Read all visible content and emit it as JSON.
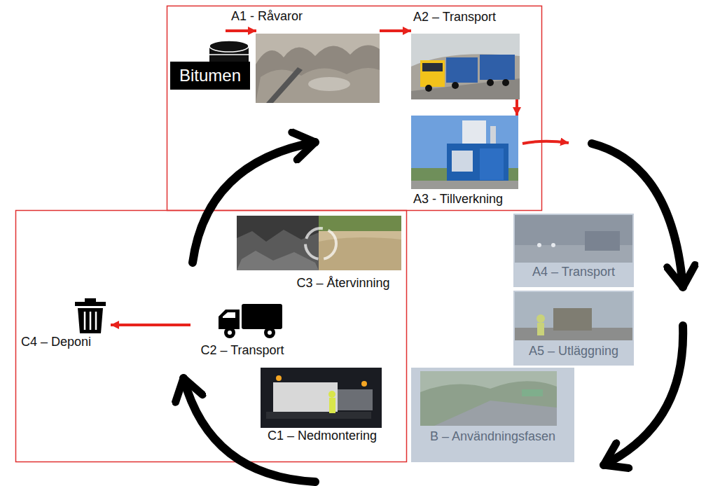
{
  "diagram": {
    "nodes": [
      {
        "text": [
          "A1 - Råvaror"
        ]
      },
      {
        "text": [
          "Bitumen"
        ]
      },
      {
        "text": [
          "A2 – Transport"
        ]
      },
      {
        "text": [
          "A3 - Tillverkning"
        ]
      },
      {
        "text": [
          "A4 – Transport"
        ]
      },
      {
        "text": [
          "A5 – Utläggning"
        ]
      },
      {
        "text": [
          "B – Användningsfasen"
        ]
      },
      {
        "text": [
          "C3 – Återvinning"
        ]
      },
      {
        "text": [
          "C4 – Deponi"
        ]
      },
      {
        "text": [
          "C2 – Transport"
        ]
      },
      {
        "text": [
          "C1 – Nedmontering"
        ]
      }
    ],
    "edges": [
      {
        "from": 0,
        "to": 2,
        "arrow": "to"
      },
      {
        "from": 2,
        "to": 3,
        "arrow": "to"
      },
      {
        "from": 9,
        "to": 8,
        "arrow": "to"
      }
    ]
  }
}
